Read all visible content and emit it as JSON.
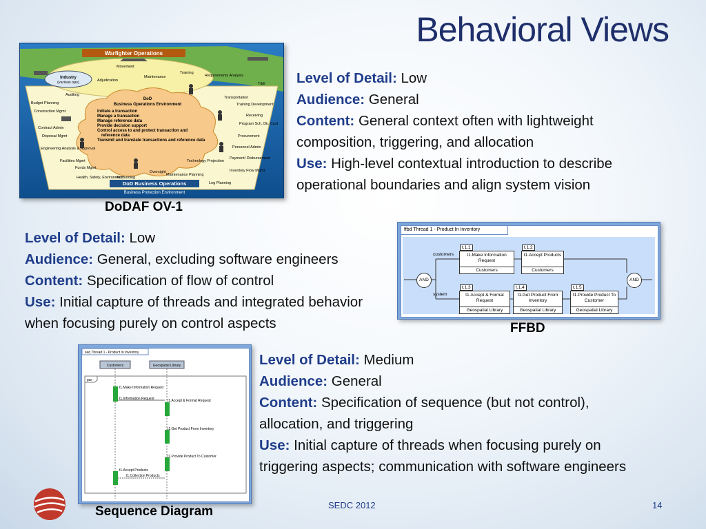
{
  "title": "Behavioral Views",
  "blocks": [
    {
      "lod_label": "Level of Detail:",
      "lod": " Low",
      "aud_label": "Audience:",
      "aud": " General",
      "con_label": "Content:",
      "con": " General context often with lightweight composition, triggering, and allocation",
      "use_label": "Use:",
      "use": " High-level contextual introduction to describe operational boundaries and align system vision"
    },
    {
      "lod_label": "Level of Detail:",
      "lod": " Low",
      "aud_label": "Audience:",
      "aud": " General, excluding software engineers",
      "con_label": "Content:",
      "con": " Specification of flow of control",
      "use_label": "Use:",
      "use": " Initial capture of threads and integrated behavior when focusing purely on control aspects"
    },
    {
      "lod_label": "Level of Detail:",
      "lod": " Medium",
      "aud_label": "Audience:",
      "aud": " General",
      "con_label": "Content:",
      "con": " Specification of sequence (but not control), allocation, and triggering",
      "use_label": "Use:",
      "use": " Initial capture of threads when focusing purely on triggering aspects; communication with software engineers"
    }
  ],
  "captions": {
    "ov1": "DoDAF OV-1",
    "ffbd": "FFBD",
    "seq": "Sequence Diagram"
  },
  "footer": {
    "conf": "SEDC 2012",
    "page": "14"
  },
  "ov1": {
    "top": "Warfighter Operations",
    "center_title": "DoD",
    "center_sub": "Business Operations Environment",
    "bullets": [
      "Initiate a transaction",
      "Manage a transaction",
      "Manage reference data",
      "Provide decision support",
      "Control access to and protect transaction and",
      "reference data",
      "Transmit and translate transactions and reference data"
    ],
    "bottom": "DoD Business Operations",
    "bottom_sub": "Business Protection Environment",
    "industry": "Industry",
    "industry_sub": "(various ops)",
    "labels": [
      "Movement",
      "Adjudication",
      "Maintenance",
      "Training",
      "Requirements Analysis",
      "T&E",
      "Auditing",
      "Budget Planning",
      "Construction Mgmt",
      "Contract Admin",
      "Disposal Mgmt",
      "Engineering Analysis & Approval",
      "Facilities Mgmt",
      "Funds Mgmt",
      "Health, Safety, Environment",
      "Accounting",
      "Oversight",
      "Maintenance Planning",
      "Technology Projection",
      "Log Planning",
      "Transportation",
      "Training Development",
      "Receiving",
      "Program Sch, Dir, Cost",
      "Procurement",
      "Personnel Admin",
      "Payment/ Disbursement",
      "Inventory Flow Mgmt"
    ]
  },
  "ffbd": {
    "tab": "ffbd Thread 1 - Product In Inventory",
    "and_left": "AND",
    "and_right": "AND",
    "lane_top": "customers",
    "lane_bottom": "system",
    "boxes": [
      {
        "num": "t.1.1",
        "name": "t1.Make Information Request",
        "alloc": "Customers"
      },
      {
        "num": "t.1.2",
        "name": "t1.Accept Products",
        "alloc": "Customers"
      },
      {
        "num": "t.1.3",
        "name": "t1.Accept & Format Request",
        "alloc": "Geospatial Library"
      },
      {
        "num": "t.1.4",
        "name": "t1.Get Product From Inventory",
        "alloc": "Geospatial Library"
      },
      {
        "num": "t.1.5",
        "name": "t1.Provide Product To Customer",
        "alloc": "Geospatial Library"
      }
    ]
  },
  "seq": {
    "tab": "seq Thread 1 - Product In Inventory",
    "lifeline1": "Customers",
    "lifeline2": "Geospatial Library",
    "frag": "par",
    "messages": [
      "t1.Make Information Request",
      "t1.Information Request",
      "t1.Accept & Format Request",
      "t1.Get Product From Inventory",
      "t1.Provide Product To Customer",
      "t1.Accept Products",
      "t1.Collection Products"
    ]
  },
  "colors": {
    "title": "#1f2f6b",
    "label": "#1f3d8a",
    "frame": "#7ea7dc"
  }
}
